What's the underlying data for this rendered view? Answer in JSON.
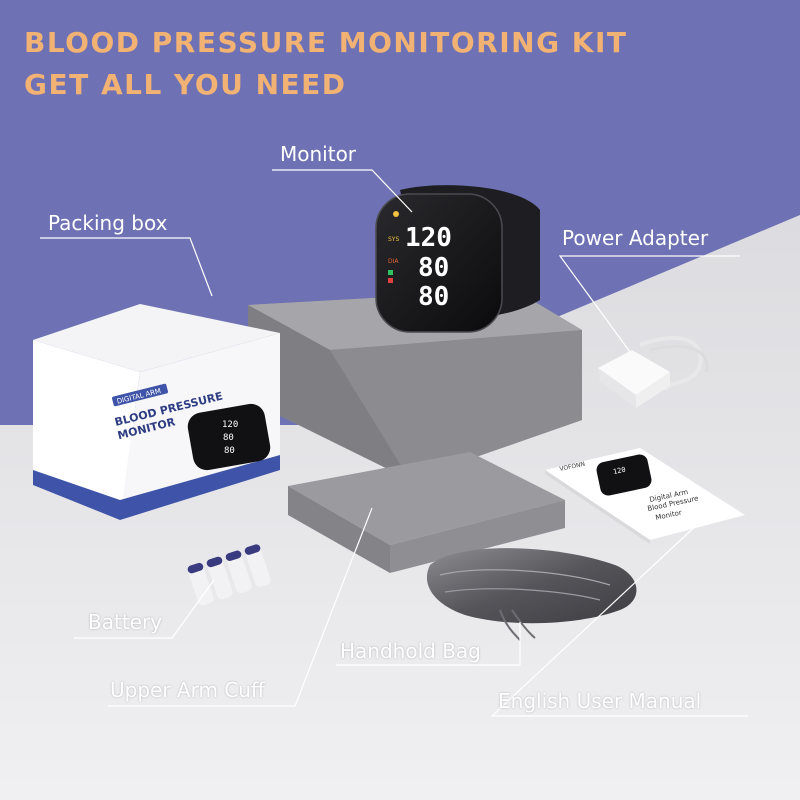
{
  "headline": {
    "line1": "BLOOD PRESSURE MONITORING KIT",
    "line2": "GET ALL YOU NEED"
  },
  "callouts": {
    "monitor": "Monitor",
    "packing_box": "Packing box",
    "power_adapter": "Power Adapter",
    "battery": "Battery",
    "handhold_bag": "Handhold Bag",
    "upper_arm_cuff": "Upper Arm Cuff",
    "user_manual": "English User Manual"
  },
  "box_print": {
    "badge": "DIGITAL ARM",
    "title_line1": "BLOOD PRESSURE",
    "title_line2": "MONITOR"
  },
  "monitor_display": {
    "sys": "120",
    "dia": "80",
    "pulse": "80"
  },
  "manual_print": {
    "brand": "VOFONN",
    "title_line1": "Digital Arm",
    "title_line2": "Blood Pressure",
    "title_line3": "Monitor"
  },
  "colors": {
    "background_blue": "#6e72b4",
    "background_grey": "#e9e9ec",
    "headline": "#f2b274",
    "pedestal": "#8e8e92",
    "display_digits": "#ffffff"
  }
}
